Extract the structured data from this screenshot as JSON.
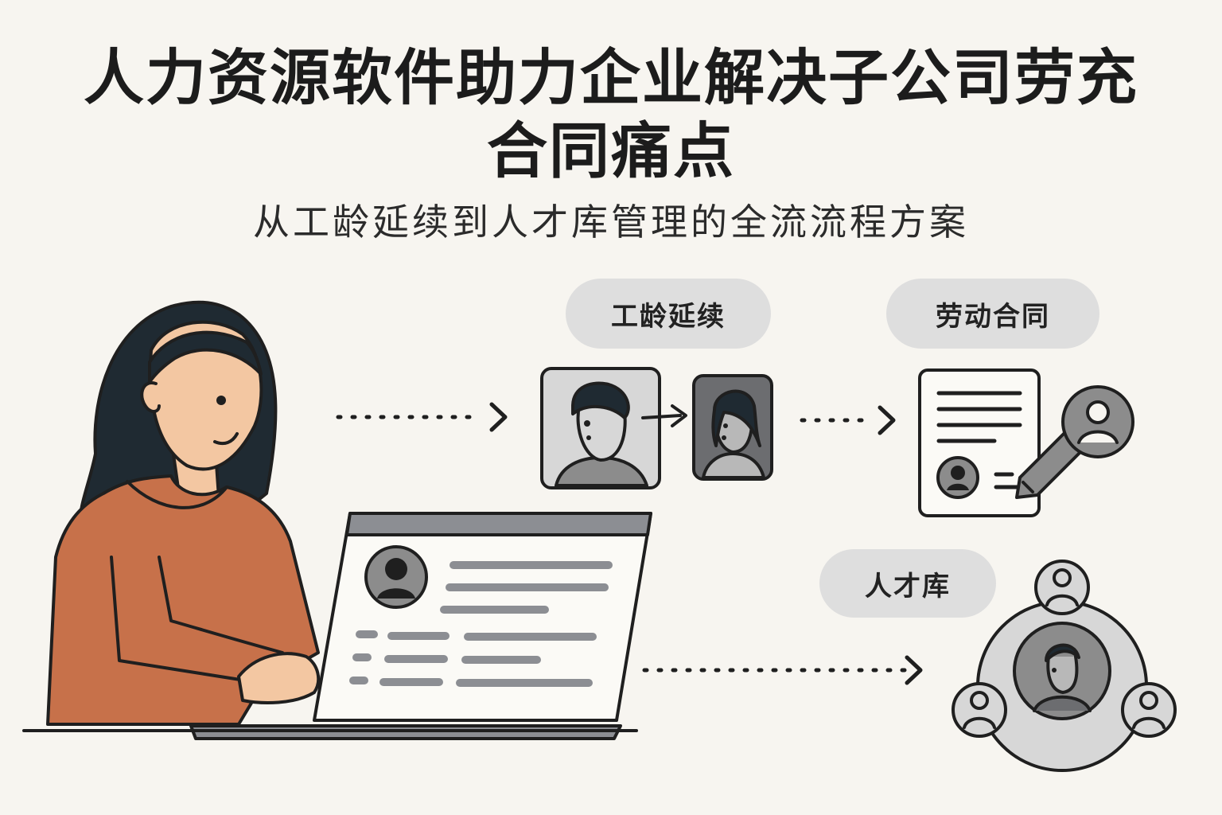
{
  "title": {
    "line1": "人力资源软件助力企业解决子公司劳充",
    "line2": "合同痛点"
  },
  "subtitle": "从工龄延续到人才库管理的全流流程方案",
  "labels": {
    "seniority": "工龄延续",
    "contract": "劳动合同",
    "talent_pool": "人才库"
  },
  "colors": {
    "background": "#f7f5f0",
    "sweater": "#c7714a",
    "skin": "#f3c7a2",
    "hair": "#1f2a32",
    "outline": "#1f1f1f",
    "gray": "#8c8c8c",
    "pill": "#dedede"
  }
}
